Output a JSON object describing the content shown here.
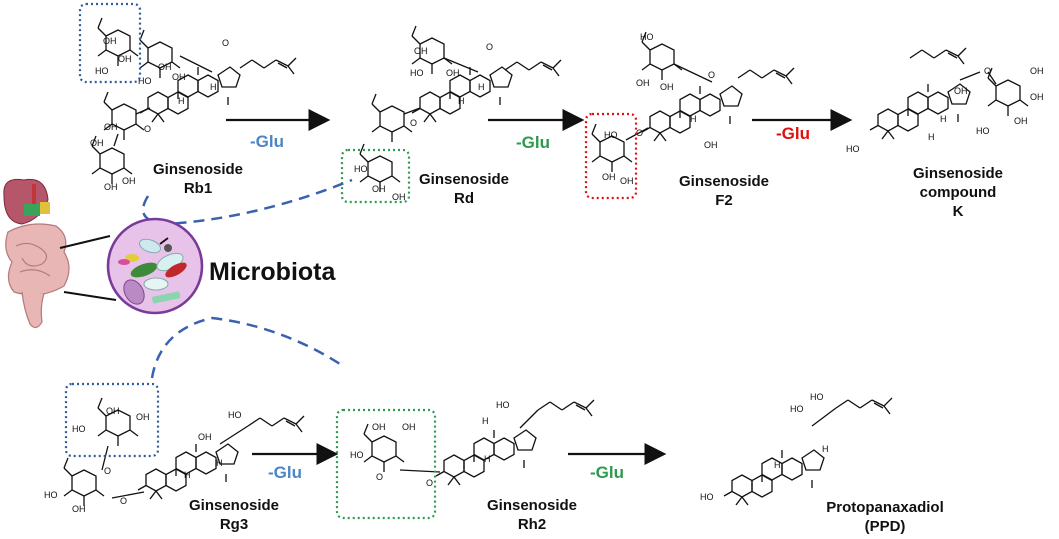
{
  "compounds": {
    "rb1": {
      "line1": "Ginsenoside",
      "line2": "Rb1"
    },
    "rd": {
      "line1": "Ginsenoside",
      "line2": "Rd"
    },
    "f2": {
      "line1": "Ginsenoside",
      "line2": "F2"
    },
    "ck": {
      "line1": "Ginsenoside",
      "line2": "compound",
      "line3": "K"
    },
    "rg3": {
      "line1": "Ginsenoside",
      "line2": "Rg3"
    },
    "rh2": {
      "line1": "Ginsenoside",
      "line2": "Rh2"
    },
    "ppd": {
      "line1": "Protopanaxadiol",
      "line2": "(PPD)"
    }
  },
  "steps": {
    "rb1_rd": "-Glu",
    "rd_f2": "-Glu",
    "f2_ck": "-Glu",
    "rg3_rh2": "-Glu",
    "rh2_ppd": "-Glu"
  },
  "microbiota_label": "Microbiota",
  "atom_labels": {
    "oh": "OH",
    "ho": "HO",
    "h": "H",
    "o": "O"
  },
  "colors": {
    "blue_glu": "#4a86c8",
    "green_glu": "#2e9a4e",
    "red_glu": "#e01010",
    "blue_box": "#2e5c9e",
    "green_box": "#2e9a4e",
    "red_box": "#e01010",
    "dashed_line": "#3a62b0",
    "microbiota_circle_fill": "#e7c3ea",
    "microbiota_circle_border": "#7a3a9a"
  },
  "icons": [
    "human-gut-icon",
    "bacteria-cluster-icon"
  ]
}
